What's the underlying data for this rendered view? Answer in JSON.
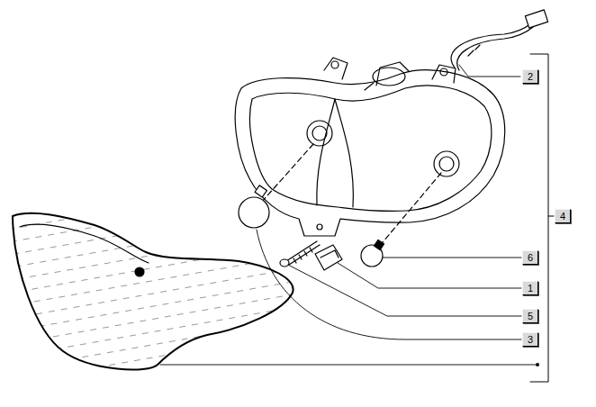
{
  "diagram": {
    "labels": [
      "2",
      "4",
      "6",
      "1",
      "5",
      "3"
    ]
  }
}
